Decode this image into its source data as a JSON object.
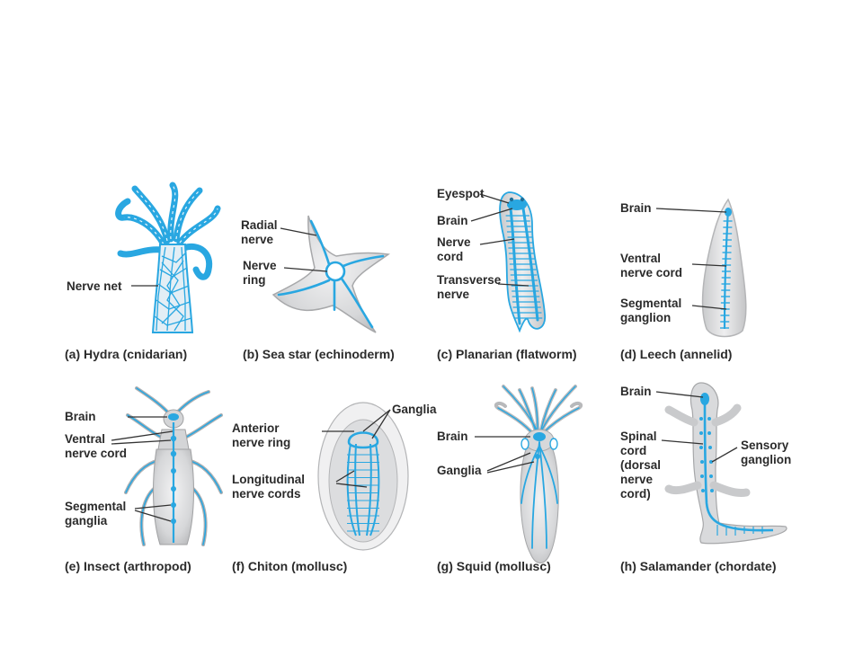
{
  "colors": {
    "nerve": "#29a7e1",
    "body_fill": "#d9dadb",
    "body_edge": "#9c9d9f",
    "label_text": "#2b2b2b"
  },
  "panels": [
    {
      "caption": "(a) Hydra (cnidarian)",
      "labels": [
        "Nerve net"
      ]
    },
    {
      "caption": "(b) Sea star (echinoderm)",
      "labels": [
        "Radial\nnerve",
        "Nerve\nring"
      ]
    },
    {
      "caption": "(c) Planarian (flatworm)",
      "labels": [
        "Eyespot",
        "Brain",
        "Nerve\ncord",
        "Transverse\nnerve"
      ]
    },
    {
      "caption": "(d) Leech (annelid)",
      "labels": [
        "Brain",
        "Ventral\nnerve cord",
        "Segmental\nganglion"
      ]
    },
    {
      "caption": "(e) Insect (arthropod)",
      "labels": [
        "Brain",
        "Ventral\nnerve cord",
        "Segmental\nganglia"
      ]
    },
    {
      "caption": "(f) Chiton (mollusc)",
      "labels": [
        "Anterior\nnerve ring",
        "Ganglia",
        "Longitudinal\nnerve cords"
      ]
    },
    {
      "caption": "(g) Squid (mollusc)",
      "labels": [
        "Brain",
        "Ganglia"
      ]
    },
    {
      "caption": "(h) Salamander (chordate)",
      "labels": [
        "Brain",
        "Spinal\ncord\n(dorsal\nnerve\ncord)",
        "Sensory\nganglion"
      ]
    }
  ]
}
